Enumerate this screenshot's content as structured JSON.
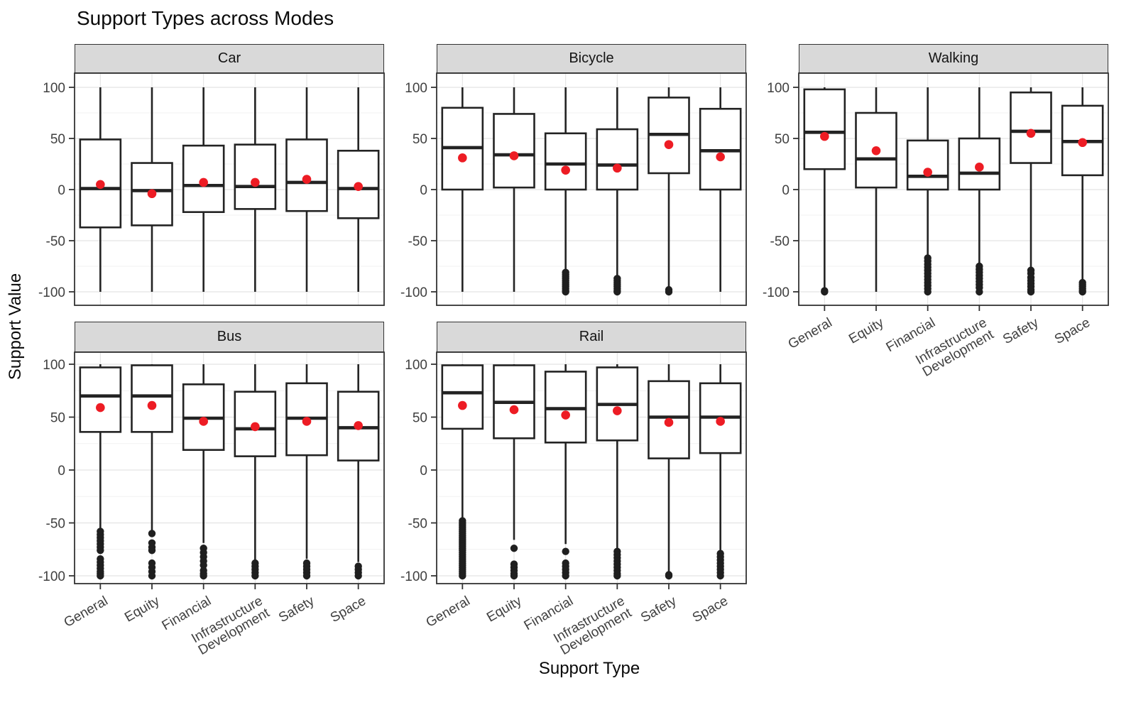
{
  "title": "Support Types across Modes",
  "axes": {
    "x_title": "Support Type",
    "y_title": "Support Value"
  },
  "chart_data": {
    "type": "boxplot",
    "title": "Support Types across Modes",
    "xlabel": "Support Type",
    "ylabel": "Support Value",
    "ylim": [
      -113,
      114
    ],
    "y_ticks": [
      100,
      50,
      0,
      -50,
      -100
    ],
    "y_minor": [
      75,
      25,
      -25,
      -75
    ],
    "grid": "on",
    "categories": [
      "General",
      "Equity",
      "Financial",
      "Infrastructure\nDevelopment",
      "Safety",
      "Space"
    ],
    "style": {
      "panel_bg": "#ffffff",
      "panel_border": "#333333",
      "strip_fill": "#d9d9d9",
      "grid_major": "#e3e3e3",
      "grid_minor": "#f1f1f1",
      "box_fill": "#ffffff",
      "box_stroke": "#232323",
      "outlier_color": "#1f1f1f",
      "mean_color": "#ed1c24",
      "tick_text": "#404040"
    },
    "facets": [
      {
        "name": "Car",
        "boxes": [
          {
            "category": "General",
            "whisker_low": -100,
            "q1": -37,
            "median": 1,
            "q3": 49,
            "whisker_high": 100,
            "mean": 5,
            "outliers": []
          },
          {
            "category": "Equity",
            "whisker_low": -100,
            "q1": -35,
            "median": -1,
            "q3": 26,
            "whisker_high": 100,
            "mean": -4,
            "outliers": []
          },
          {
            "category": "Financial",
            "whisker_low": -100,
            "q1": -22,
            "median": 4,
            "q3": 43,
            "whisker_high": 100,
            "mean": 7,
            "outliers": []
          },
          {
            "category": "Infrastructure Development",
            "whisker_low": -100,
            "q1": -19,
            "median": 3,
            "q3": 44,
            "whisker_high": 100,
            "mean": 7,
            "outliers": []
          },
          {
            "category": "Safety",
            "whisker_low": -100,
            "q1": -21,
            "median": 7,
            "q3": 49,
            "whisker_high": 100,
            "mean": 10,
            "outliers": []
          },
          {
            "category": "Space",
            "whisker_low": -100,
            "q1": -28,
            "median": 1,
            "q3": 38,
            "whisker_high": 100,
            "mean": 3,
            "outliers": []
          }
        ]
      },
      {
        "name": "Bicycle",
        "boxes": [
          {
            "category": "General",
            "whisker_low": -100,
            "q1": 0,
            "median": 41,
            "q3": 80,
            "whisker_high": 100,
            "mean": 31,
            "outliers": []
          },
          {
            "category": "Equity",
            "whisker_low": -100,
            "q1": 2,
            "median": 34,
            "q3": 74,
            "whisker_high": 100,
            "mean": 33,
            "outliers": []
          },
          {
            "category": "Financial",
            "whisker_low": -78,
            "q1": 0,
            "median": 25,
            "q3": 55,
            "whisker_high": 100,
            "mean": 19,
            "outliers": [
              -81,
              -83,
              -85,
              -87,
              -89,
              -91,
              -93,
              -95,
              -97,
              -99,
              -100
            ]
          },
          {
            "category": "Infrastructure Development",
            "whisker_low": -85,
            "q1": 0,
            "median": 24,
            "q3": 59,
            "whisker_high": 100,
            "mean": 21,
            "outliers": [
              -87,
              -89,
              -91,
              -93,
              -95,
              -97,
              -99,
              -100
            ]
          },
          {
            "category": "Safety",
            "whisker_low": -95,
            "q1": 16,
            "median": 54,
            "q3": 90,
            "whisker_high": 100,
            "mean": 44,
            "outliers": [
              -98,
              -100
            ]
          },
          {
            "category": "Space",
            "whisker_low": -100,
            "q1": 0,
            "median": 38,
            "q3": 79,
            "whisker_high": 100,
            "mean": 32,
            "outliers": []
          }
        ]
      },
      {
        "name": "Walking",
        "boxes": [
          {
            "category": "General",
            "whisker_low": -97,
            "q1": 20,
            "median": 56,
            "q3": 98,
            "whisker_high": 100,
            "mean": 52,
            "outliers": [
              -99,
              -100
            ]
          },
          {
            "category": "Equity",
            "whisker_low": -100,
            "q1": 2,
            "median": 30,
            "q3": 75,
            "whisker_high": 100,
            "mean": 38,
            "outliers": []
          },
          {
            "category": "Financial",
            "whisker_low": -65,
            "q1": 0,
            "median": 13,
            "q3": 48,
            "whisker_high": 100,
            "mean": 17,
            "outliers": [
              -67,
              -70,
              -73,
              -76,
              -79,
              -82,
              -85,
              -88,
              -91,
              -94,
              -97,
              -100
            ]
          },
          {
            "category": "Infrastructure Development",
            "whisker_low": -73,
            "q1": 0,
            "median": 16,
            "q3": 50,
            "whisker_high": 100,
            "mean": 22,
            "outliers": [
              -75,
              -78,
              -81,
              -84,
              -87,
              -90,
              -93,
              -96,
              -100
            ]
          },
          {
            "category": "Safety",
            "whisker_low": -77,
            "q1": 26,
            "median": 57,
            "q3": 95,
            "whisker_high": 100,
            "mean": 55,
            "outliers": [
              -79,
              -82,
              -86,
              -89,
              -92,
              -95,
              -98,
              -100
            ]
          },
          {
            "category": "Space",
            "whisker_low": -89,
            "q1": 14,
            "median": 47,
            "q3": 82,
            "whisker_high": 100,
            "mean": 46,
            "outliers": [
              -91,
              -93,
              -95,
              -97,
              -99,
              -100
            ]
          }
        ]
      },
      {
        "name": "Bus",
        "boxes": [
          {
            "category": "General",
            "whisker_low": -56,
            "q1": 36,
            "median": 70,
            "q3": 97,
            "whisker_high": 100,
            "mean": 59,
            "outliers": [
              -58,
              -61,
              -64,
              -67,
              -70,
              -73,
              -76,
              -84,
              -87,
              -90,
              -93,
              -96,
              -98,
              -100
            ]
          },
          {
            "category": "Equity",
            "whisker_low": -59,
            "q1": 36,
            "median": 70,
            "q3": 99,
            "whisker_high": 100,
            "mean": 61,
            "outliers": [
              -60,
              -69,
              -73,
              -76,
              -88,
              -92,
              -96,
              -100
            ]
          },
          {
            "category": "Financial",
            "whisker_low": -69,
            "q1": 19,
            "median": 49,
            "q3": 81,
            "whisker_high": 100,
            "mean": 46,
            "outliers": [
              -74,
              -78,
              -82,
              -86,
              -90,
              -95,
              -98,
              -100
            ]
          },
          {
            "category": "Infrastructure Development",
            "whisker_low": -86,
            "q1": 13,
            "median": 39,
            "q3": 74,
            "whisker_high": 100,
            "mean": 41,
            "outliers": [
              -88,
              -91,
              -94,
              -97,
              -100
            ]
          },
          {
            "category": "Safety",
            "whisker_low": -84,
            "q1": 14,
            "median": 49,
            "q3": 82,
            "whisker_high": 100,
            "mean": 46,
            "outliers": [
              -88,
              -91,
              -94,
              -97,
              -100
            ]
          },
          {
            "category": "Space",
            "whisker_low": -87,
            "q1": 9,
            "median": 40,
            "q3": 74,
            "whisker_high": 100,
            "mean": 42,
            "outliers": [
              -91,
              -94,
              -97,
              -100
            ]
          }
        ]
      },
      {
        "name": "Rail",
        "boxes": [
          {
            "category": "General",
            "whisker_low": -46,
            "q1": 39,
            "median": 73,
            "q3": 99,
            "whisker_high": 100,
            "mean": 61,
            "outliers": [
              -48,
              -50,
              -52,
              -54,
              -56,
              -58,
              -60,
              -62,
              -64,
              -66,
              -68,
              -70,
              -72,
              -74,
              -76,
              -78,
              -80,
              -82,
              -84,
              -86,
              -88,
              -90,
              -92,
              -94,
              -96,
              -98,
              -100
            ]
          },
          {
            "category": "Equity",
            "whisker_low": -66,
            "q1": 30,
            "median": 64,
            "q3": 99,
            "whisker_high": 100,
            "mean": 57,
            "outliers": [
              -74,
              -89,
              -92,
              -95,
              -98,
              -100
            ]
          },
          {
            "category": "Financial",
            "whisker_low": -70,
            "q1": 26,
            "median": 58,
            "q3": 93,
            "whisker_high": 100,
            "mean": 52,
            "outliers": [
              -77,
              -88,
              -91,
              -94,
              -97,
              -100
            ]
          },
          {
            "category": "Infrastructure Development",
            "whisker_low": -75,
            "q1": 28,
            "median": 62,
            "q3": 97,
            "whisker_high": 100,
            "mean": 56,
            "outliers": [
              -77,
              -80,
              -83,
              -86,
              -89,
              -92,
              -95,
              -98,
              -100
            ]
          },
          {
            "category": "Safety",
            "whisker_low": -96,
            "q1": 11,
            "median": 50,
            "q3": 84,
            "whisker_high": 100,
            "mean": 45,
            "outliers": [
              -99,
              -100
            ]
          },
          {
            "category": "Space",
            "whisker_low": -77,
            "q1": 16,
            "median": 50,
            "q3": 82,
            "whisker_high": 100,
            "mean": 46,
            "outliers": [
              -79,
              -82,
              -85,
              -88,
              -91,
              -94,
              -97,
              -100
            ]
          }
        ]
      }
    ]
  }
}
